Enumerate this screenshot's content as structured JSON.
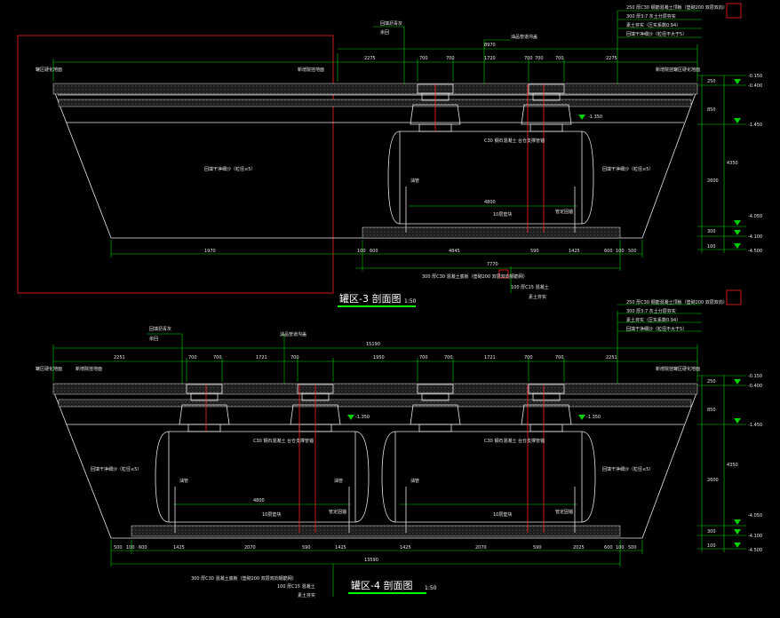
{
  "colors": {
    "background": "#000000",
    "line": "#e8e8e8",
    "dimension": "#00d000",
    "accent": "#ff2020",
    "underline": "#00ff00"
  },
  "top": {
    "title": "罐区-3 剖面图",
    "scale": "1:50",
    "labels": {
      "road_left": "罐区硬化地面",
      "edge_left": "新增院挂地面",
      "manhole_a": "回填沥青灰",
      "manhole_b": "余回",
      "pipe_top": "油品管道沟盖",
      "road_right": "新增院挂罐区硬化地面",
      "backfill_left": "回填干净细沙（粒径≤5）",
      "backfill_right": "回填干净细沙（粒径≤5）",
      "anchor": "C30 钢石混凝土\n台仓支撑管锚",
      "pipe": "油管",
      "base": "10层垫块",
      "stop": "管定固锚",
      "bottom1": "300 厚C30 混凝土底板（垫砌200  双层双向钢筋网）",
      "bottom2": "100 厚C15 混凝土",
      "bottom3": "素土夯实",
      "elev_neg": "-1.350"
    },
    "legend": [
      "250 厚C30 钢筋混凝土顶板（垫砌200  双层双向）",
      "300 厚3:7 灰土分层夯实",
      "素土夯实（压实系数0.94）",
      "回填干净细沙（粒径不大于5）"
    ],
    "dims_top": [
      "8970",
      "2275",
      "700",
      "700",
      "1720",
      "700",
      "700",
      "700",
      "2275"
    ],
    "dims_bottom": [
      "1970",
      "100",
      "600",
      "4845",
      "590",
      "1425",
      "600",
      "100",
      "500",
      "7770"
    ],
    "inner_len": "4800",
    "elevations": [
      "-0.150",
      "-0.400",
      "-1.450",
      "-4.050",
      "-4.100",
      "-4.500"
    ],
    "right_dims": [
      "250",
      "850",
      "4350",
      "2600",
      "300",
      "100"
    ]
  },
  "bottom": {
    "title": "罐区-4 剖面图",
    "scale": "1:50",
    "labels": {
      "manhole_a": "回填沥青灰",
      "manhole_b": "余回",
      "pipe_top": "油品管道沟盖",
      "road_left": "罐区硬化地面",
      "edge_left": "新增院挂地面",
      "road_right": "新增院挂罐区硬化地面",
      "backfill_left": "回填干净细沙（粒径≤5）",
      "backfill_right": "回填干净细沙（粒径≤5）",
      "anchor_l": "C30 钢石混凝土\n台仓支撑管锚",
      "anchor_r": "C30 钢石混凝土\n台仓支撑管锚",
      "pipe_l": "油管",
      "pipe_m": "油管",
      "pipe_r": "油管",
      "base_l": "10层垫块",
      "base_r": "10层垫块",
      "stop_l": "管定固锚",
      "stop_r": "管定固锚",
      "bottom1": "300 厚C30 混凝土底板（垫砌200  双层双向钢筋网）",
      "bottom2": "100 厚C15 混凝土",
      "bottom3": "素土夯实",
      "elev_neg1": "-1.350",
      "elev_neg2": "-1.350"
    },
    "legend": [
      "250 厚C30 钢筋混凝土顶板（垫砌200  双层双向）",
      "300 厚3:7 灰土分层夯实",
      "素土夯实（压实系数0.94）",
      "回填干净细沙（粒径不大于5）"
    ],
    "dims_top": [
      "15190",
      "2251",
      "700",
      "700",
      "1721",
      "700",
      "1950",
      "700",
      "700",
      "1721",
      "700",
      "700",
      "2251"
    ],
    "dims_bottom": [
      "500",
      "100",
      "600",
      "1425",
      "2070",
      "590",
      "1425",
      "1425",
      "2070",
      "590",
      "2025",
      "600",
      "100",
      "500",
      "13590"
    ],
    "inner_len": "4800",
    "elevations": [
      "-0.150",
      "-0.400",
      "-1.450",
      "-4.050",
      "-4.100",
      "-4.500"
    ],
    "right_dims": [
      "250",
      "850",
      "4350",
      "2600",
      "300",
      "100"
    ]
  }
}
